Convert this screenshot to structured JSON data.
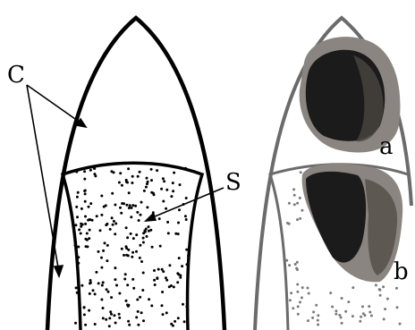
{
  "labels": {
    "cortex": "C",
    "spongiosa": "S",
    "fragment_a": "a",
    "fragment_b": "b"
  },
  "colors": {
    "ink": "#000000",
    "gray_outline": "#6b6b6b",
    "gray_dots": "#7a7a7a",
    "fragment_dark": "#1b1b1b",
    "fragment_edge": "#8a8580",
    "background": "#ffffff"
  }
}
